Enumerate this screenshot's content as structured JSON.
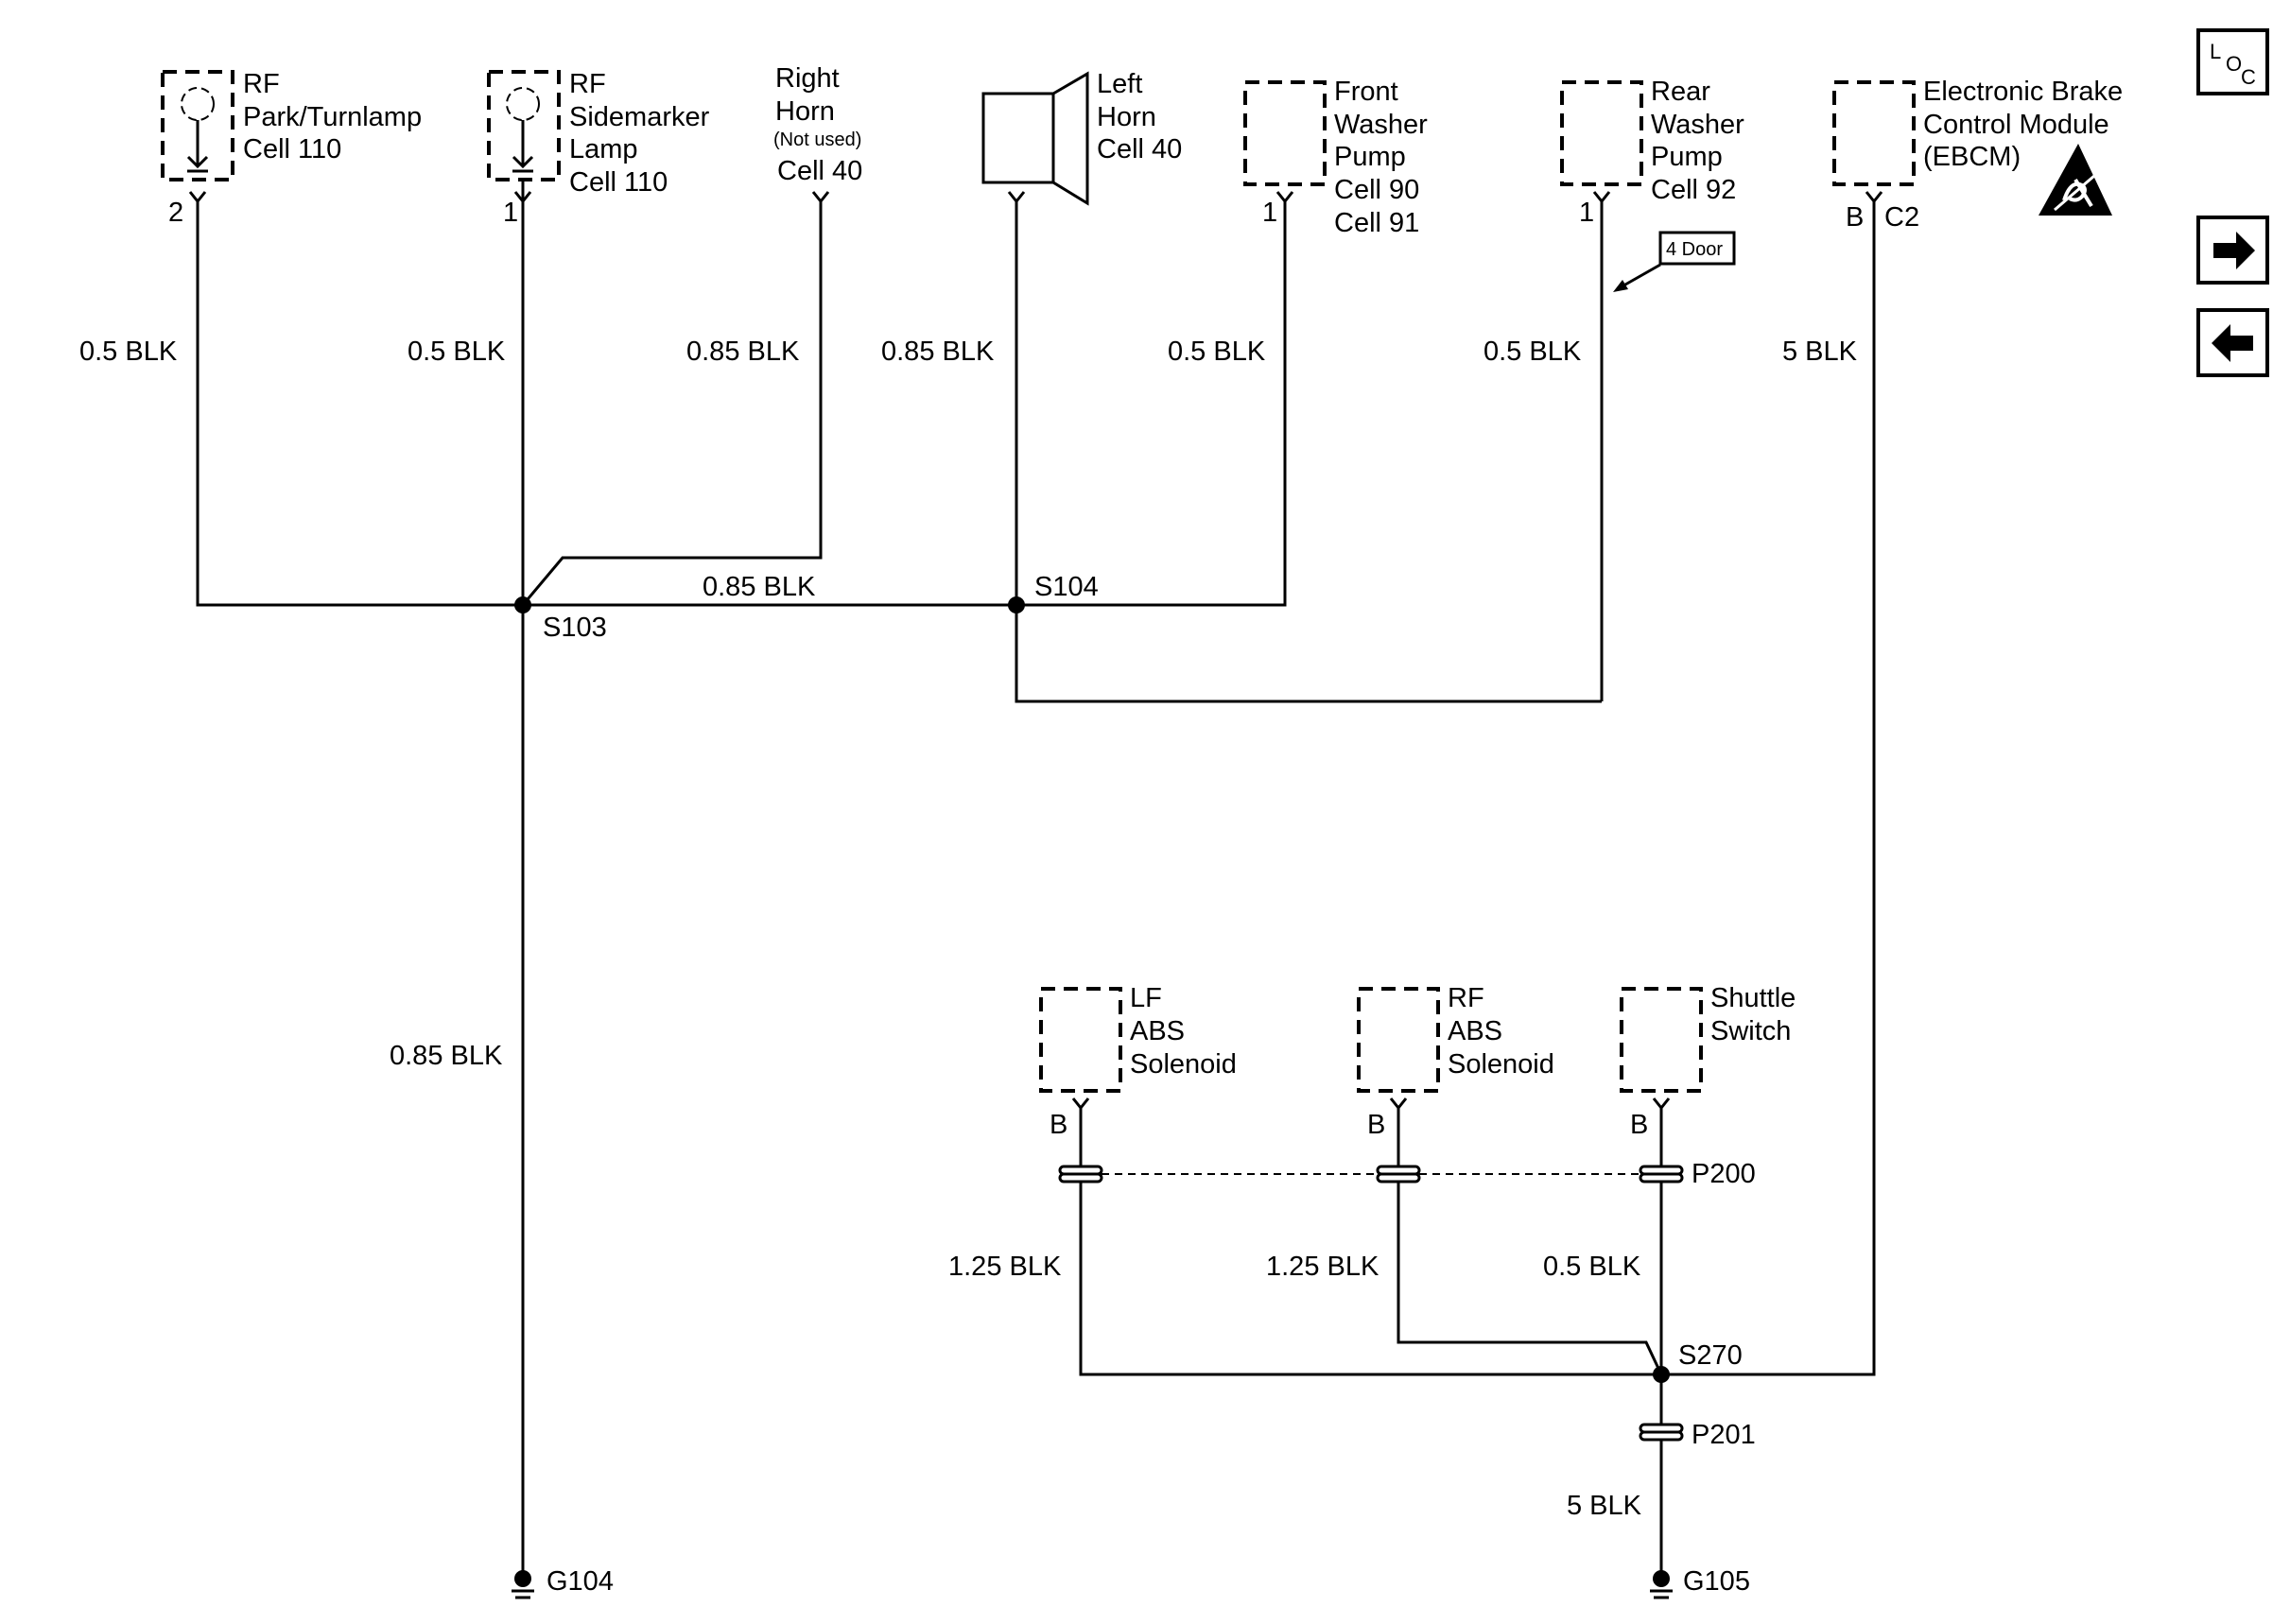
{
  "components": {
    "rf_park_turnlamp": {
      "title": "RF",
      "name": "Park/Turnlamp",
      "cell": "Cell 110",
      "pin": "2"
    },
    "rf_sidemarker": {
      "title": "RF",
      "name1": "Sidemarker",
      "name2": "Lamp",
      "cell": "Cell 110",
      "pin": "1"
    },
    "right_horn": {
      "name1": "Right",
      "name2": "Horn",
      "note": "(Not used)",
      "cell": "Cell 40"
    },
    "left_horn": {
      "name1": "Left",
      "name2": "Horn",
      "cell": "Cell 40"
    },
    "front_washer": {
      "name1": "Front",
      "name2": "Washer",
      "name3": "Pump",
      "cell1": "Cell 90",
      "cell2": "Cell 91",
      "pin": "1"
    },
    "rear_washer": {
      "name1": "Rear",
      "name2": "Washer",
      "name3": "Pump",
      "cell": "Cell 92",
      "pin": "1",
      "option": "4 Door"
    },
    "ebcm": {
      "name1": "Electronic Brake",
      "name2": "Control Module",
      "name3": "(EBCM)",
      "pin": "B",
      "connector": "C2"
    },
    "lf_abs": {
      "name1": "LF",
      "name2": "ABS",
      "name3": "Solenoid",
      "pin": "B"
    },
    "rf_abs": {
      "name1": "RF",
      "name2": "ABS",
      "name3": "Solenoid",
      "pin": "B"
    },
    "shuttle": {
      "name1": "Shuttle",
      "name2": "Switch",
      "pin": "B"
    }
  },
  "wires": {
    "park": "0.5 BLK",
    "sidemarker": "0.5 BLK",
    "right_horn": "0.85 BLK",
    "left_horn": "0.85 BLK",
    "front_washer": "0.5 BLK",
    "rear_washer": "0.5 BLK",
    "ebcm": "5 BLK",
    "s103_s104": "0.85 BLK",
    "s103_g104": "0.85 BLK",
    "lf_abs": "1.25 BLK",
    "rf_abs": "1.25 BLK",
    "shuttle": "0.5 BLK",
    "p201_g105": "5 BLK"
  },
  "splices": {
    "s103": "S103",
    "s104": "S104",
    "s270": "S270"
  },
  "connectors": {
    "p200": "P200",
    "p201": "P201"
  },
  "grounds": {
    "g104": "G104",
    "g105": "G105"
  },
  "nav": {
    "loc_l": "L",
    "loc_o": "O",
    "loc_c": "C",
    "next_icon": "arrow-right-icon",
    "prev_icon": "arrow-left-icon"
  }
}
